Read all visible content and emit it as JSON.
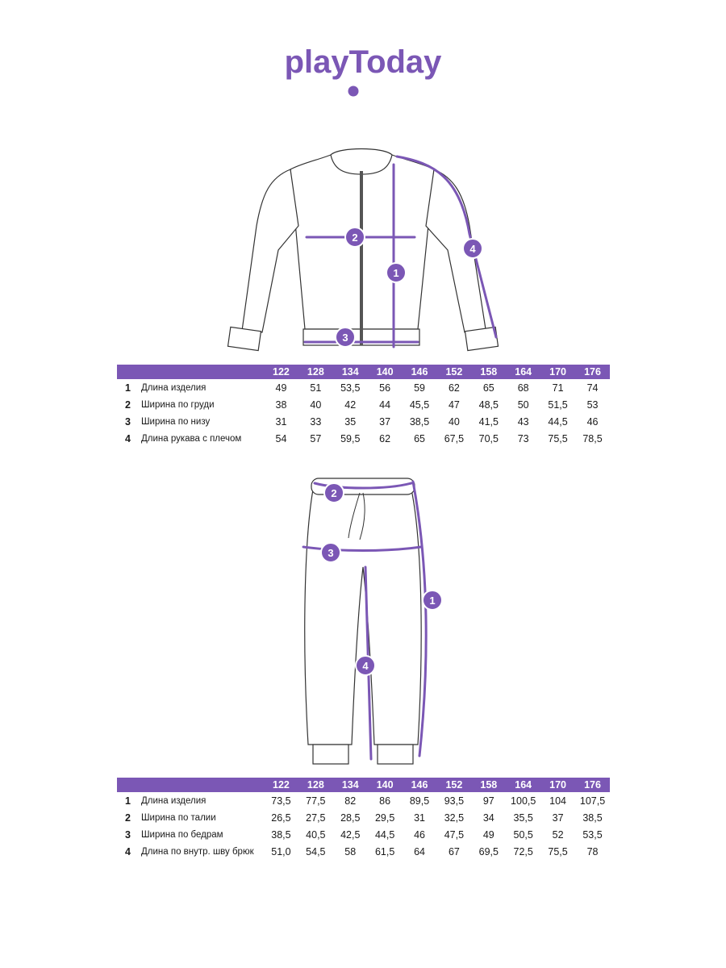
{
  "brand": {
    "logo_text": "playToday",
    "accent_color": "#7b57b5"
  },
  "jacket": {
    "marker_labels": [
      "1",
      "2",
      "3",
      "4"
    ],
    "sizes": [
      "122",
      "128",
      "134",
      "140",
      "146",
      "152",
      "158",
      "164",
      "170",
      "176"
    ],
    "rows": [
      {
        "num": "1",
        "label": "Длина изделия",
        "values": [
          "49",
          "51",
          "53,5",
          "56",
          "59",
          "62",
          "65",
          "68",
          "71",
          "74"
        ]
      },
      {
        "num": "2",
        "label": "Ширина по груди",
        "values": [
          "38",
          "40",
          "42",
          "44",
          "45,5",
          "47",
          "48,5",
          "50",
          "51,5",
          "53"
        ]
      },
      {
        "num": "3",
        "label": "Ширина по низу",
        "values": [
          "31",
          "33",
          "35",
          "37",
          "38,5",
          "40",
          "41,5",
          "43",
          "44,5",
          "46"
        ]
      },
      {
        "num": "4",
        "label": "Длина рукава с плечом",
        "values": [
          "54",
          "57",
          "59,5",
          "62",
          "65",
          "67,5",
          "70,5",
          "73",
          "75,5",
          "78,5"
        ]
      }
    ]
  },
  "pants": {
    "marker_labels": [
      "1",
      "2",
      "3",
      "4"
    ],
    "sizes": [
      "122",
      "128",
      "134",
      "140",
      "146",
      "152",
      "158",
      "164",
      "170",
      "176"
    ],
    "rows": [
      {
        "num": "1",
        "label": "Длина изделия",
        "values": [
          "73,5",
          "77,5",
          "82",
          "86",
          "89,5",
          "93,5",
          "97",
          "100,5",
          "104",
          "107,5"
        ]
      },
      {
        "num": "2",
        "label": "Ширина по талии",
        "values": [
          "26,5",
          "27,5",
          "28,5",
          "29,5",
          "31",
          "32,5",
          "34",
          "35,5",
          "37",
          "38,5"
        ]
      },
      {
        "num": "3",
        "label": "Ширина по бедрам",
        "values": [
          "38,5",
          "40,5",
          "42,5",
          "44,5",
          "46",
          "47,5",
          "49",
          "50,5",
          "52",
          "53,5"
        ]
      },
      {
        "num": "4",
        "label": "Длина по внутр. шву брюк",
        "values": [
          "51,0",
          "54,5",
          "58",
          "61,5",
          "64",
          "67",
          "69,5",
          "72,5",
          "75,5",
          "78"
        ]
      }
    ]
  }
}
